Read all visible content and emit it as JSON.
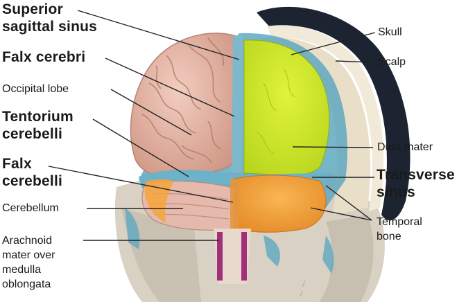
{
  "labels_left": [
    {
      "id": "superior-sagittal-sinus",
      "lines": [
        "Superior",
        "sagittal sinus"
      ],
      "bold": true
    },
    {
      "id": "falx-cerebri",
      "lines": [
        "Falx cerebri"
      ],
      "bold": true
    },
    {
      "id": "occipital-lobe",
      "lines": [
        "Occipital lobe"
      ],
      "bold": false
    },
    {
      "id": "tentorium-cerebelli",
      "lines": [
        "Tentorium",
        "cerebelli"
      ],
      "bold": true
    },
    {
      "id": "falx-cerebelli",
      "lines": [
        "Falx",
        "cerebelli"
      ],
      "bold": true
    },
    {
      "id": "cerebellum",
      "lines": [
        "Cerebellum"
      ],
      "bold": false
    },
    {
      "id": "arachnoid-mater",
      "lines": [
        "Arachnoid",
        "mater over",
        "medulla",
        "oblongata"
      ],
      "bold": false
    }
  ],
  "labels_right": [
    {
      "id": "skull",
      "lines": [
        "Skull"
      ],
      "bold": false
    },
    {
      "id": "scalp",
      "lines": [
        "Scalp"
      ],
      "bold": false
    },
    {
      "id": "dura-mater",
      "lines": [
        "Dura mater"
      ],
      "bold": false
    },
    {
      "id": "transverse-sinus",
      "lines": [
        "Transverse",
        "sinus"
      ],
      "bold": true
    },
    {
      "id": "temporal-bone",
      "lines": [
        "Temporal",
        "bone"
      ],
      "bold": false
    }
  ],
  "colors": {
    "dura_mater_highlight": "#d2ec2a",
    "transverse_sinus_highlight": "#f5a43a",
    "cortex": "#e8b8a8",
    "membrane_blue": "#5fa8c0",
    "hair": "#1b2430",
    "medulla": "#a0307a",
    "skull": "#eee6d4"
  }
}
